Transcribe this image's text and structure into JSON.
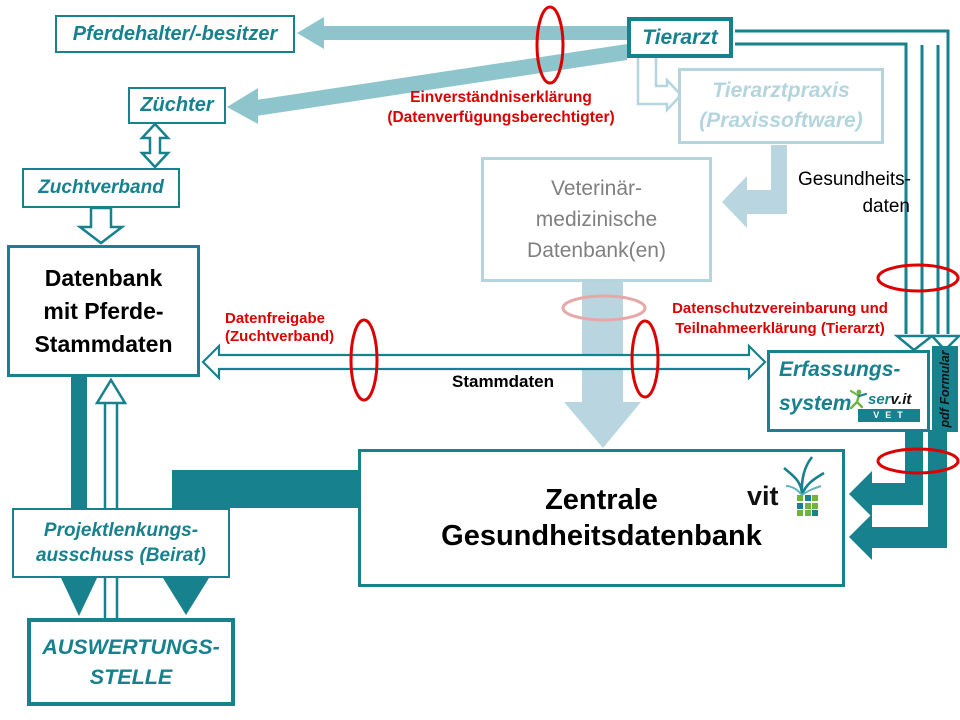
{
  "diagram_title": "Zentrale Gesundheitsdatenbank Datenfluss",
  "colors": {
    "teal": "#17818e",
    "light_teal": "#8ec5cc",
    "light_blue_fill": "#b9d6e0",
    "light_blue_border": "#b5d5de",
    "gray_text": "#7f7f7f",
    "red": "#dd0000",
    "pink": "#e8a7a7",
    "green": "#6fb43f",
    "black": "#000000"
  },
  "nodes": {
    "pferdehalter": {
      "label": "Pferdehalter/-besitzer"
    },
    "tierarzt": {
      "label": "Tierarzt"
    },
    "zuechter": {
      "label": "Züchter"
    },
    "zuchtverband": {
      "label": "Zuchtverband"
    },
    "datenbank": {
      "lines": [
        "Datenbank",
        "mit Pferde-",
        "Stammdaten"
      ]
    },
    "tierarztpraxis": {
      "lines": [
        "Tierarztpraxis",
        "(Praxissoftware)"
      ]
    },
    "veterinaer": {
      "lines": [
        "Veterinär-",
        "medizinische",
        "Datenbank(en)"
      ]
    },
    "erfassung": {
      "lines": [
        "Erfassungs-",
        "system"
      ],
      "logo": {
        "icon": "running-person-icon",
        "text_teal": "ser",
        "text_black": "v.it",
        "banner": "VET"
      }
    },
    "pdf_strip": {
      "label": "pdf Formular"
    },
    "zentrale": {
      "lines": [
        "Zentrale",
        "Gesundheitsdatenbank"
      ],
      "logo_text": "vit"
    },
    "projektlenkung": {
      "lines": [
        "Projektlenkungs-",
        "ausschuss (Beirat)"
      ]
    },
    "auswertung": {
      "lines": [
        "AUSWERTUNGS-",
        "STELLE"
      ]
    }
  },
  "labels": {
    "einverstaendnis": {
      "lines": [
        "Einverständniserklärung",
        "(Datenverfügungsberechtigter)"
      ]
    },
    "datenfreigabe": {
      "lines": [
        "Datenfreigabe",
        "(Zuchtverband)"
      ]
    },
    "datenschutz": {
      "lines": [
        "Datenschutzvereinbarung und",
        "Teilnahmeerklärung (Tierarzt)"
      ]
    },
    "gesundheitsdaten": {
      "lines": [
        "Gesundheits-",
        "daten"
      ]
    },
    "stammdaten": {
      "label": "Stammdaten"
    }
  },
  "annotations": {
    "red_ellipse_count": 5,
    "pink_ellipse_count": 1
  }
}
